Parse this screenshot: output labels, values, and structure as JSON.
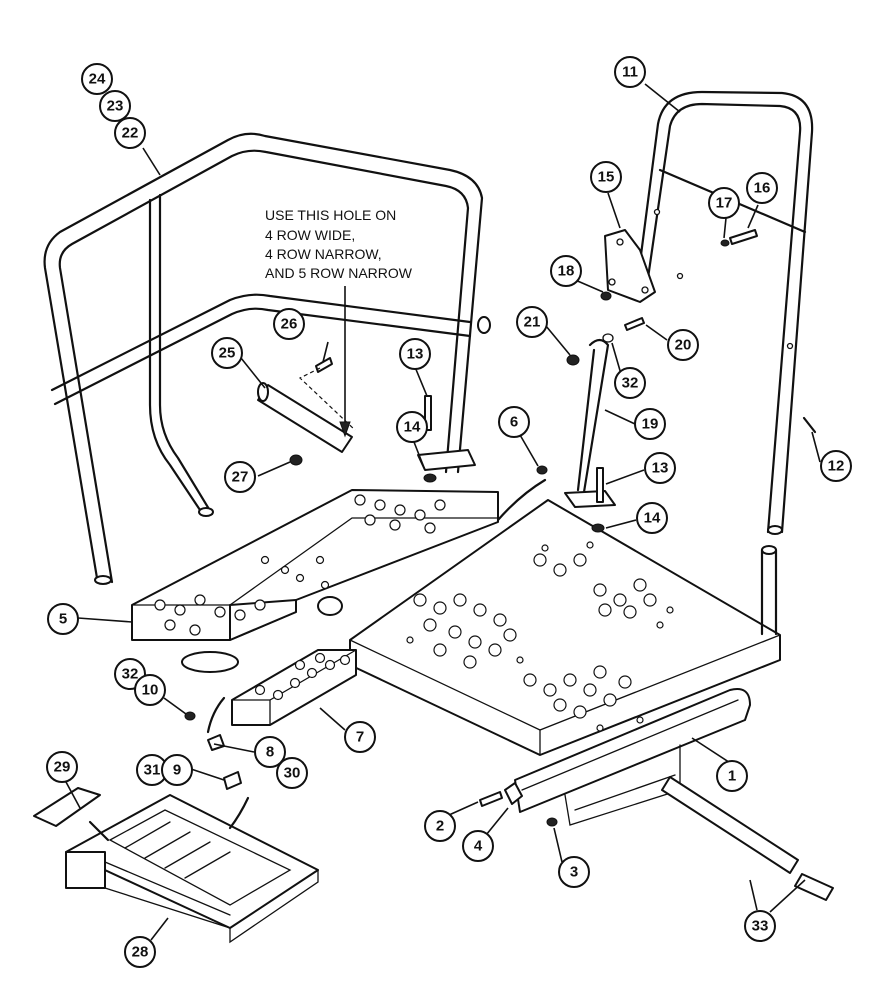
{
  "note": {
    "lines": [
      "USE THIS HOLE ON",
      "4 ROW WIDE,",
      "4 ROW NARROW,",
      "AND 5 ROW NARROW"
    ]
  },
  "callouts": [
    {
      "id": "c24",
      "label": "24"
    },
    {
      "id": "c23",
      "label": "23"
    },
    {
      "id": "c22",
      "label": "22"
    },
    {
      "id": "c11",
      "label": "11"
    },
    {
      "id": "c16",
      "label": "16"
    },
    {
      "id": "c17",
      "label": "17"
    },
    {
      "id": "c15",
      "label": "15"
    },
    {
      "id": "c18",
      "label": "18"
    },
    {
      "id": "c20",
      "label": "20"
    },
    {
      "id": "c21",
      "label": "21"
    },
    {
      "id": "c32a",
      "label": "32"
    },
    {
      "id": "c26",
      "label": "26"
    },
    {
      "id": "c25",
      "label": "25"
    },
    {
      "id": "c13a",
      "label": "13"
    },
    {
      "id": "c14a",
      "label": "14"
    },
    {
      "id": "c6",
      "label": "6"
    },
    {
      "id": "c19",
      "label": "19"
    },
    {
      "id": "c13b",
      "label": "13"
    },
    {
      "id": "c12",
      "label": "12"
    },
    {
      "id": "c27",
      "label": "27"
    },
    {
      "id": "c14b",
      "label": "14"
    },
    {
      "id": "c5",
      "label": "5"
    },
    {
      "id": "c32b",
      "label": "32"
    },
    {
      "id": "c10",
      "label": "10"
    },
    {
      "id": "c7",
      "label": "7"
    },
    {
      "id": "c29",
      "label": "29"
    },
    {
      "id": "c31",
      "label": "31"
    },
    {
      "id": "c9",
      "label": "9"
    },
    {
      "id": "c8",
      "label": "8"
    },
    {
      "id": "c30",
      "label": "30"
    },
    {
      "id": "c1",
      "label": "1"
    },
    {
      "id": "c2",
      "label": "2"
    },
    {
      "id": "c4",
      "label": "4"
    },
    {
      "id": "c3",
      "label": "3"
    },
    {
      "id": "c33",
      "label": "33"
    },
    {
      "id": "c28",
      "label": "28"
    }
  ]
}
